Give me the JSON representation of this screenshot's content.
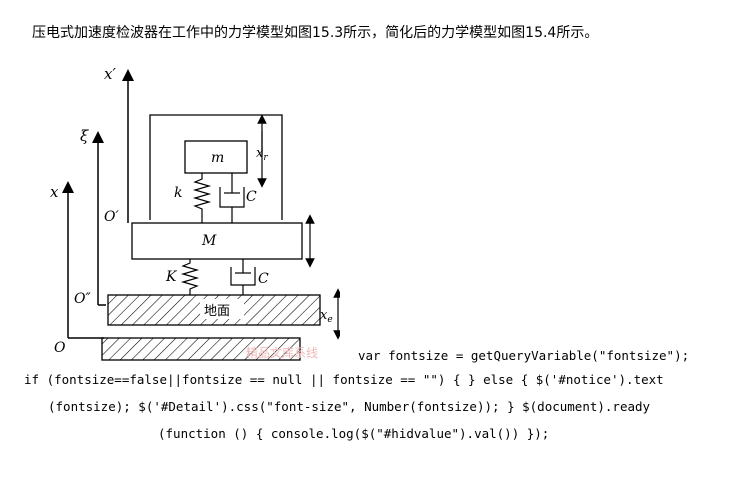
{
  "caption": "压电式加速度检波器在工作中的力学模型如图15.3所示，简化后的力学模型如图15.4所示。",
  "figure": {
    "labels": {
      "x_prime": "x′",
      "xi": "ξ",
      "x": "x",
      "o_prime": "O′",
      "o_double_prime": "O″",
      "o": "O",
      "m": "m",
      "M": "M",
      "k": "k",
      "K": "K",
      "C_upper": "C",
      "C_lower": "C",
      "x_r": "x",
      "x_r_sub": "r",
      "x_e": "x",
      "x_e_sub": "e",
      "ground": "地面"
    },
    "watermark": "精品文库系线"
  },
  "code_lines": [
    "var fontsize = getQueryVariable(\"fontsize\");",
    "if (fontsize==false||fontsize == null || fontsize == \"\") { } else { $('#notice').text",
    "(fontsize); $('#Detail').css(\"font-size\", Number(fontsize)); } $(document).ready",
    "(function () { console.log($(\"#hidvalue\").val()) });"
  ]
}
